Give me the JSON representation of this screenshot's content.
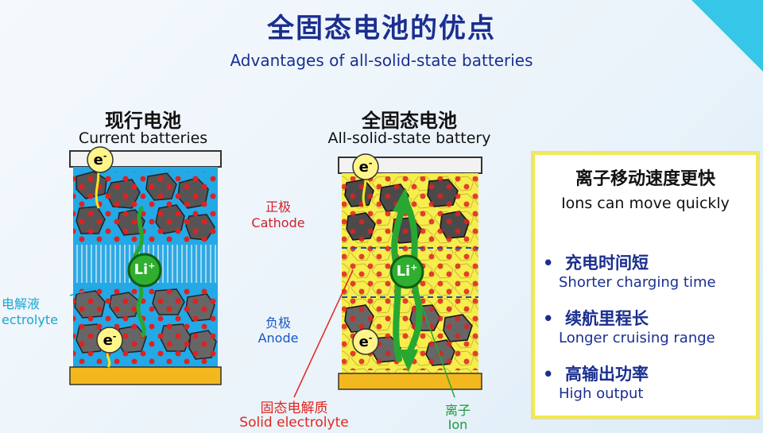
{
  "title": {
    "zh": "全固态电池的优点",
    "en": "Advantages of all-solid-state batteries"
  },
  "current": {
    "zh": "现行电池",
    "en": "Current batteries"
  },
  "solid": {
    "zh": "全固态电池",
    "en": "All-solid-state battery"
  },
  "labels": {
    "cathode_zh": "正极",
    "cathode_en": "Cathode",
    "anode_zh": "负极",
    "anode_en": "Anode",
    "electrolyte_zh": "电解液",
    "electrolyte_en": "ectrolyte",
    "solid_electrolyte_zh": "固态电解质",
    "solid_electrolyte_en": "Solid electrolyte",
    "ion_zh": "离子",
    "ion_en": "Ion",
    "electron": "e",
    "lithium": "Li"
  },
  "panel": {
    "title_zh": "离子移动速度更快",
    "title_en": "Ions can move quickly",
    "items": [
      {
        "zh": "充电时间短",
        "en": "Shorter charging time"
      },
      {
        "zh": "续航里程长",
        "en": "Longer cruising range"
      },
      {
        "zh": "高输出功率",
        "en": "High output"
      }
    ]
  },
  "colors": {
    "title": "#1a2f8f",
    "electrolyte": "#22a9e6",
    "solid": "#f6ee4c",
    "particle": "#555555",
    "green": "#27a832"
  }
}
